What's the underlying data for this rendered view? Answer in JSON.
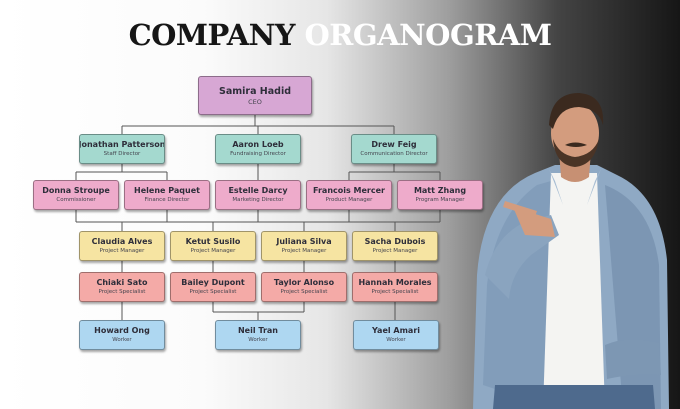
{
  "title": {
    "part1": "COMPANY",
    "part2": "ORGANOGRAM"
  },
  "colors": {
    "teal": "#a4d9cf",
    "pink": "#eeabcb",
    "yellow": "#f6e4a2",
    "salmon": "#f4aaa7",
    "blue": "#aed7f1",
    "purple": "#d7a7d4",
    "line": "#555555"
  },
  "org": {
    "ceo": {
      "name": "Samira Hadid",
      "role": "CEO"
    },
    "directors": [
      {
        "name": "Jonathan Patterson",
        "role": "Staff Director"
      },
      {
        "name": "Aaron Loeb",
        "role": "Fundraising Director"
      },
      {
        "name": "Drew Feig",
        "role": "Communication Director"
      }
    ],
    "row3": [
      {
        "name": "Donna Stroupe",
        "role": "Commissioner"
      },
      {
        "name": "Helene Paquet",
        "role": "Finance Director"
      },
      {
        "name": "Estelle Darcy",
        "role": "Marketing Director"
      },
      {
        "name": "Francois Mercer",
        "role": "Product Manager"
      },
      {
        "name": "Matt Zhang",
        "role": "Program Manager"
      }
    ],
    "project_managers": [
      {
        "name": "Claudia Alves",
        "role": "Project Manager"
      },
      {
        "name": "Ketut Susilo",
        "role": "Project Manager"
      },
      {
        "name": "Juliana Silva",
        "role": "Project Manager"
      },
      {
        "name": "Sacha Dubois",
        "role": "Project Manager"
      }
    ],
    "specialists": [
      {
        "name": "Chiaki Sato",
        "role": "Project Specialist"
      },
      {
        "name": "Bailey Dupont",
        "role": "Project Specialist"
      },
      {
        "name": "Taylor Alonso",
        "role": "Project Specialist"
      },
      {
        "name": "Hannah Morales",
        "role": "Project Specialist"
      }
    ],
    "workers": [
      {
        "name": "Howard Ong",
        "role": "Worker"
      },
      {
        "name": "Neil Tran",
        "role": "Worker"
      },
      {
        "name": "Yael Amari",
        "role": "Worker"
      }
    ]
  }
}
